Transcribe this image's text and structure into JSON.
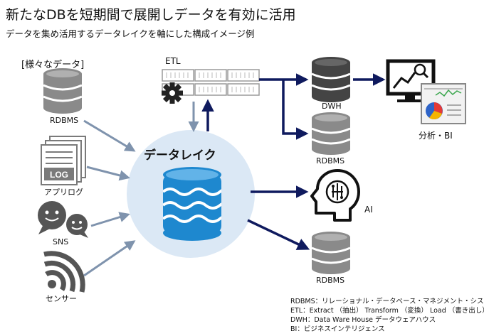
{
  "title": "新たなDBを短期間で展開しデータを有効に活用",
  "subtitle": "データを集め活用するデータレイクを軸にした構成イメージ例",
  "sources_label": "[様々なデータ]",
  "sources": [
    {
      "label": "RDBMS",
      "icon": "database-icon"
    },
    {
      "label": "アプリログ",
      "icon": "log-document-icon"
    },
    {
      "label": "SNS",
      "icon": "chat-bubbles-icon"
    },
    {
      "label": "センサー",
      "icon": "sensor-signal-icon"
    }
  ],
  "etl_label": "ETL",
  "lake_label": "データレイク",
  "outputs": {
    "dwh": "DWH",
    "rdbms_top": "RDBMS",
    "analytics": "分析・BI",
    "ai": "AI",
    "rdbms_bottom": "RDBMS"
  },
  "log_text": "LOG",
  "legend": [
    "RDBMS：リレーショナル・データベース・マネジメント・システム",
    "ETL：Extract （抽出） Transform （変換） Load （書き出し）",
    "DWH：Data Ware House データウェアハウス",
    "BI：ビジネスインテリジェンス"
  ],
  "colors": {
    "navy_arrow": "#0f1a5e",
    "slate_arrow": "#7f93ad",
    "db_dark": "#444444",
    "db_gray": "#8a8a8a",
    "lake_circle": "#dbe8f5",
    "water": "#1e88cf"
  }
}
